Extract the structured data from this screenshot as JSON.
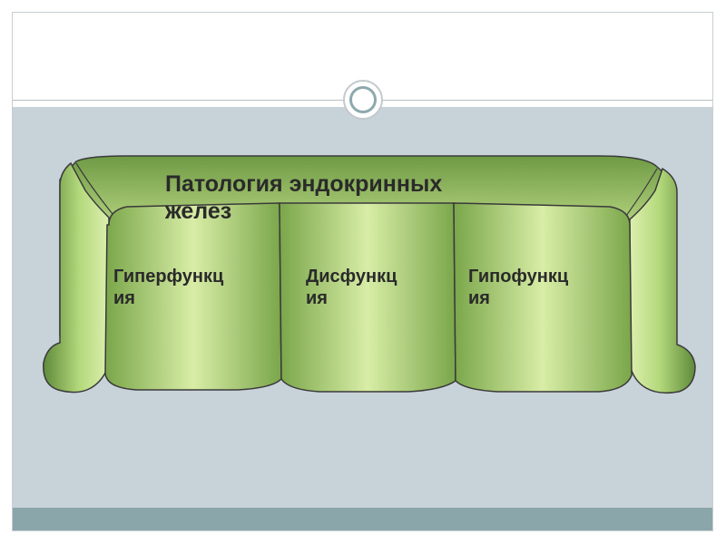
{
  "diagram": {
    "title_lines": [
      "Патология эндокринных",
      "желез"
    ],
    "cushions": [
      {
        "lines": [
          "Гиперфункц",
          "ия"
        ]
      },
      {
        "lines": [
          "Дисфункц",
          "ия"
        ]
      },
      {
        "lines": [
          "Гипофункц",
          "ия"
        ]
      }
    ]
  },
  "colors": {
    "header_bg": "#ffffff",
    "content_bg": "#c8d2d9",
    "footer_bar": "#8aa6ab",
    "sofa_light": "#dcefae",
    "sofa_mid": "#9fc768",
    "sofa_dark": "#5f8a3a",
    "outline": "#3a3a3a"
  },
  "icons": [
    "circle-ring-icon"
  ]
}
